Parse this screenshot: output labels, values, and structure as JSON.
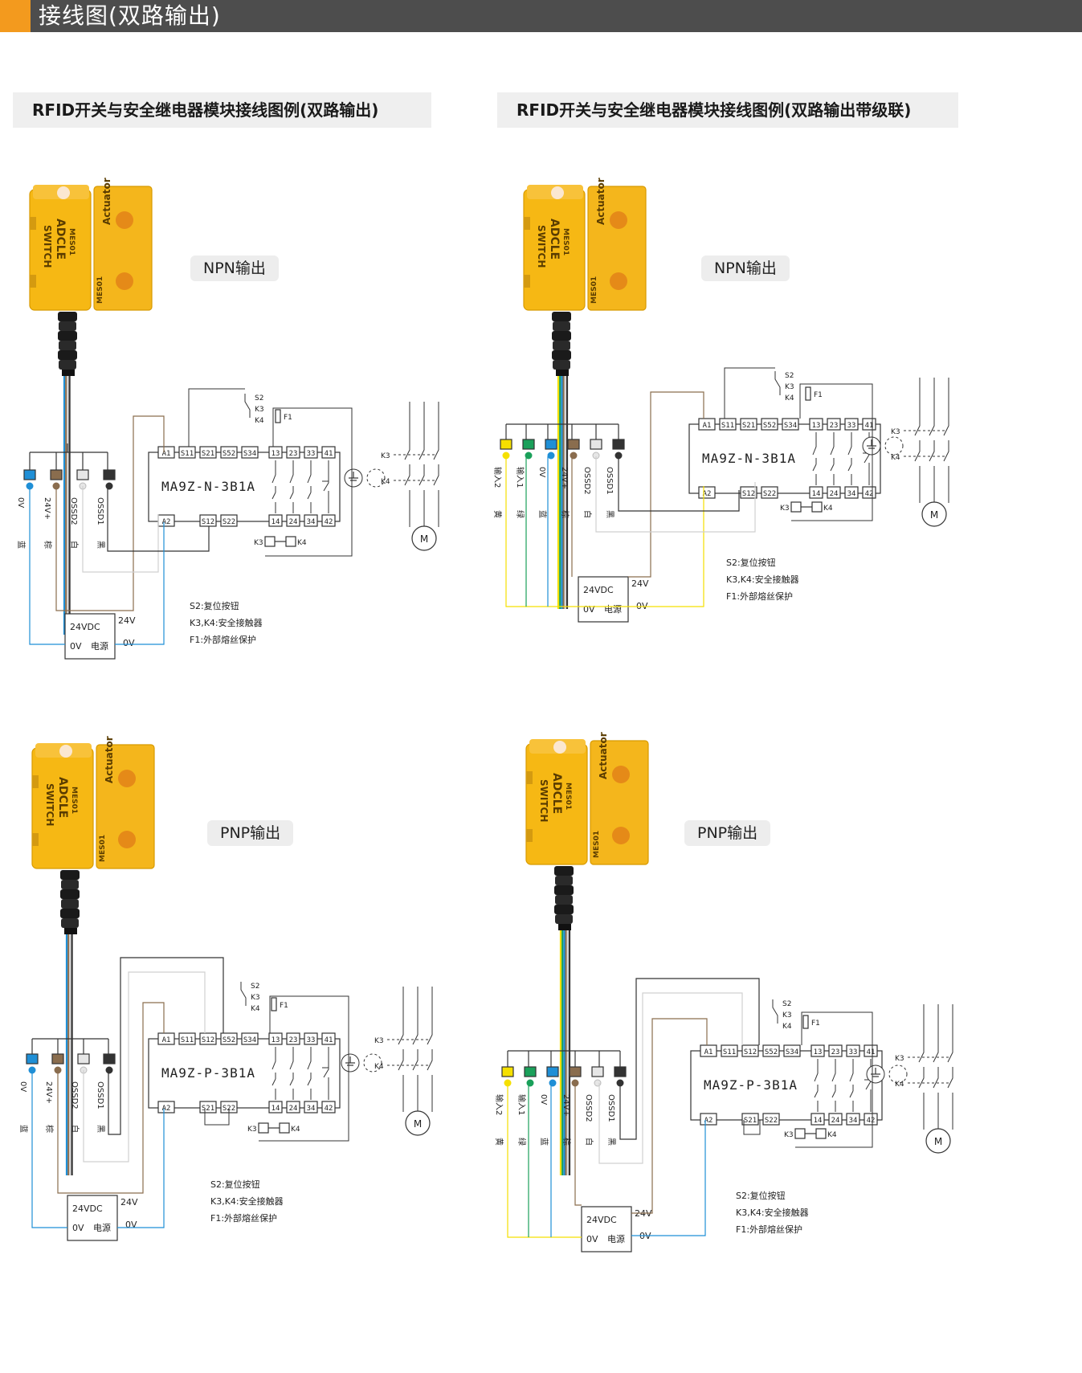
{
  "header": {
    "title": "接线图(双路输出)"
  },
  "sections": [
    {
      "title": "RFID开关与安全继电器模块接线图例(双路输出)"
    },
    {
      "title": "RFID开关与安全继电器模块接线图例(双路输出带级联)"
    }
  ],
  "panels": [
    {
      "output_label": "NPN输出",
      "module": "MA9Z-N-3B1A"
    },
    {
      "output_label": "NPN输出",
      "module": "MA9Z-N-3B1A"
    },
    {
      "output_label": "PNP输出",
      "module": "MA9Z-P-3B1A"
    },
    {
      "output_label": "PNP输出",
      "module": "MA9Z-P-3B1A"
    }
  ],
  "switch": {
    "brand": "ADCLE",
    "model": "MES01",
    "type": "SWITCH",
    "actuator": "Actuator",
    "side_model": "MES01"
  },
  "wires_basic": [
    {
      "name": "0V",
      "color": "蓝",
      "hex": "#1f8fd6"
    },
    {
      "name": "24V+",
      "color": "棕",
      "hex": "#8a6d4e"
    },
    {
      "name": "OSSD2",
      "color": "白",
      "hex": "#e6e6e6"
    },
    {
      "name": "OSSD1",
      "color": "黑",
      "hex": "#333333"
    }
  ],
  "wires_cascade": [
    {
      "name": "输入2",
      "color": "黄",
      "hex": "#f5e000"
    },
    {
      "name": "输入1",
      "color": "绿",
      "hex": "#1aa05a"
    },
    {
      "name": "0V",
      "color": "蓝",
      "hex": "#1f8fd6"
    },
    {
      "name": "24V+",
      "color": "棕",
      "hex": "#8a6d4e"
    },
    {
      "name": "OSSD2",
      "color": "白",
      "hex": "#e6e6e6"
    },
    {
      "name": "OSSD1",
      "color": "黑",
      "hex": "#333333"
    }
  ],
  "terminals": {
    "npn_top": [
      "A1",
      "S11",
      "S21",
      "S52",
      "S34"
    ],
    "npn_bottom": [
      "A2",
      "S12",
      "S22"
    ],
    "pnp_top": [
      "A1",
      "S11",
      "S12",
      "S52",
      "S34"
    ],
    "pnp_bottom": [
      "A2",
      "S21",
      "S22"
    ],
    "contacts_top": [
      "13",
      "23",
      "33",
      "41"
    ],
    "contacts_bottom": [
      "14",
      "24",
      "34",
      "42"
    ]
  },
  "labels": {
    "s2": "S2",
    "k3": "K3",
    "k4": "K4",
    "f1": "F1",
    "motor": "M",
    "psu_24vdc": "24VDC",
    "psu_0v": "0V",
    "psu_name": "电源",
    "v24": "24V",
    "v0": "0V"
  },
  "legend": [
    "S2:复位按钮",
    "K3,K4:安全接触器",
    "F1:外部熔丝保护"
  ],
  "colors": {
    "header_bg": "#4d4d4d",
    "header_accent": "#f39a1e",
    "switch_yellow": "#f6b814"
  }
}
